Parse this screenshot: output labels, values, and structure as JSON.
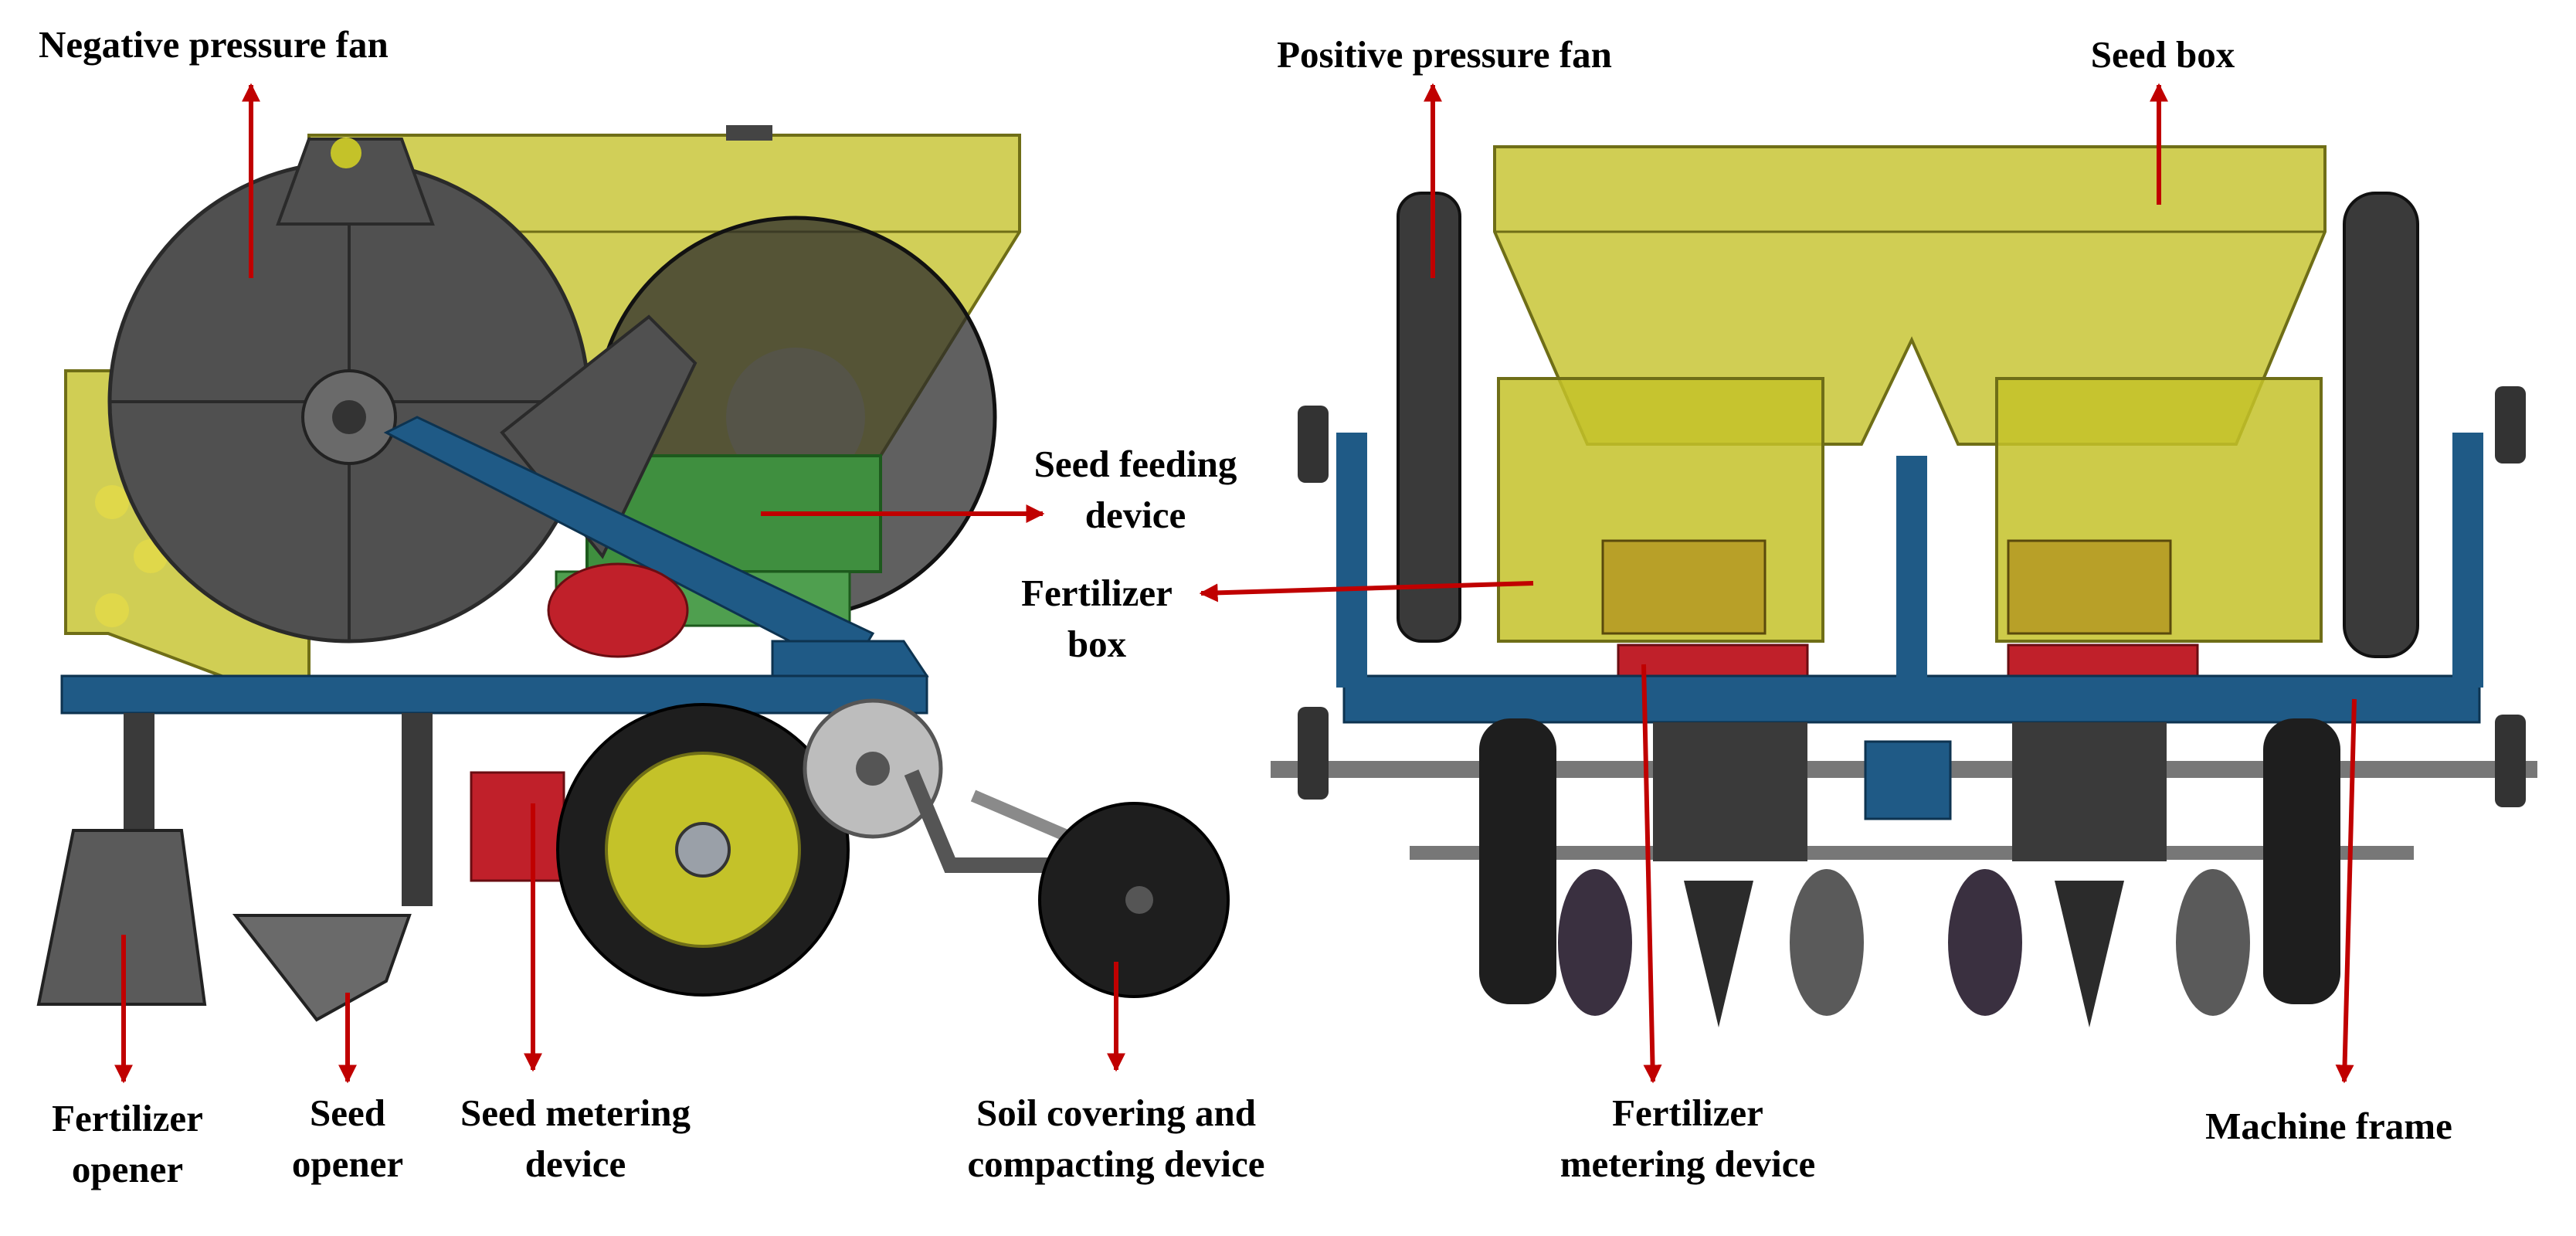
{
  "colors": {
    "arrow": "#c00000",
    "hopper": "#c4c229",
    "frame": "#1f5a86",
    "wheel": "#222222",
    "fan": "#4d4d4d",
    "green": "#3f8f3f",
    "label": "#000000"
  },
  "labels": {
    "negative_fan": "Negative pressure  fan",
    "positive_fan": "Positive pressure  fan",
    "seed_box": "Seed box",
    "seed_feeding": "Seed feeding\ndevice",
    "fertilizer_box": "Fertilizer\nbox",
    "fertilizer_opener": "Fertilizer\nopener",
    "seed_opener": "Seed\nopener",
    "seed_metering": "Seed metering\ndevice",
    "soil_covering": "Soil covering and\ncompacting device",
    "fertilizer_metering": "Fertilizer\nmetering device",
    "machine_frame": "Machine frame"
  }
}
